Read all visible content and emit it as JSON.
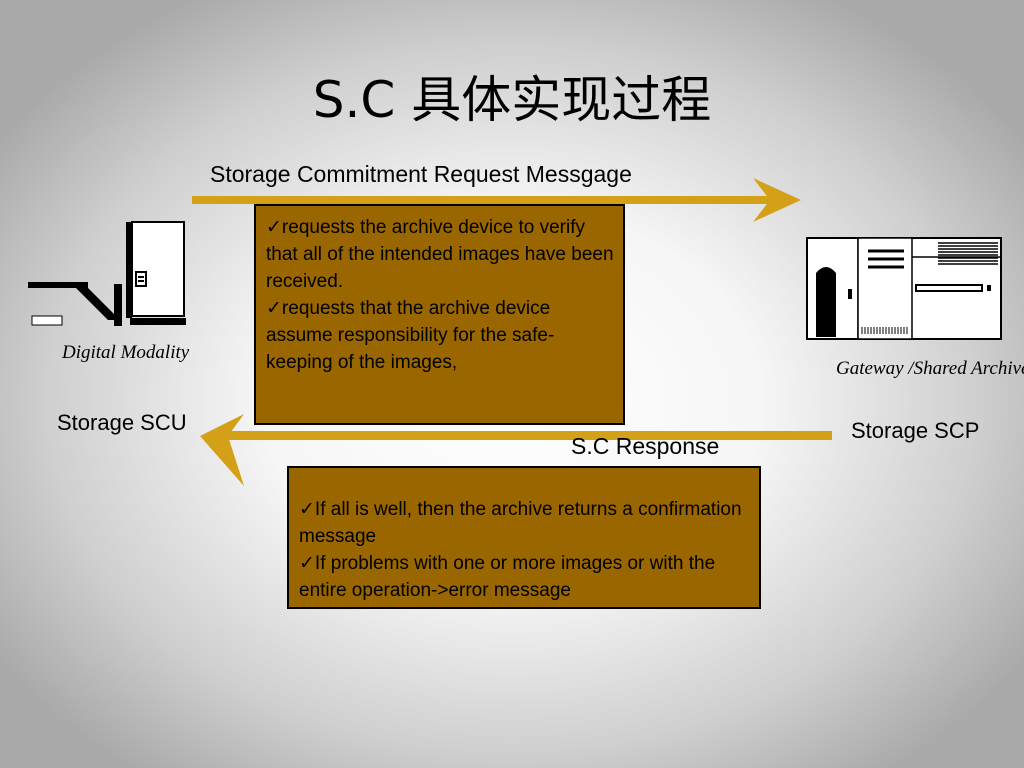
{
  "title": "S.C 具体实现过程",
  "request": {
    "label": "Storage Commitment Request Messgage",
    "bullets": [
      "requests the archive device to verify that all of the intended images have been received.",
      "requests that the archive device assume responsibility for the safe-keeping of the images,"
    ]
  },
  "response": {
    "label": "S.C Response",
    "bullets": [
      "If all is well, then the archive returns a confirmation message",
      "If  problems with one or more images or with the entire operation->error message"
    ]
  },
  "scu": {
    "caption": "Digital Modality",
    "label": "Storage SCU",
    "icon": "workstation-icon"
  },
  "scp": {
    "caption": "Gateway /Shared Archive",
    "label": "Storage SCP",
    "icon": "archive-server-icon"
  },
  "check_mark": "✓",
  "colors": {
    "arrow": "#d4a017",
    "box_fill": "#996600",
    "box_border": "#000000"
  }
}
